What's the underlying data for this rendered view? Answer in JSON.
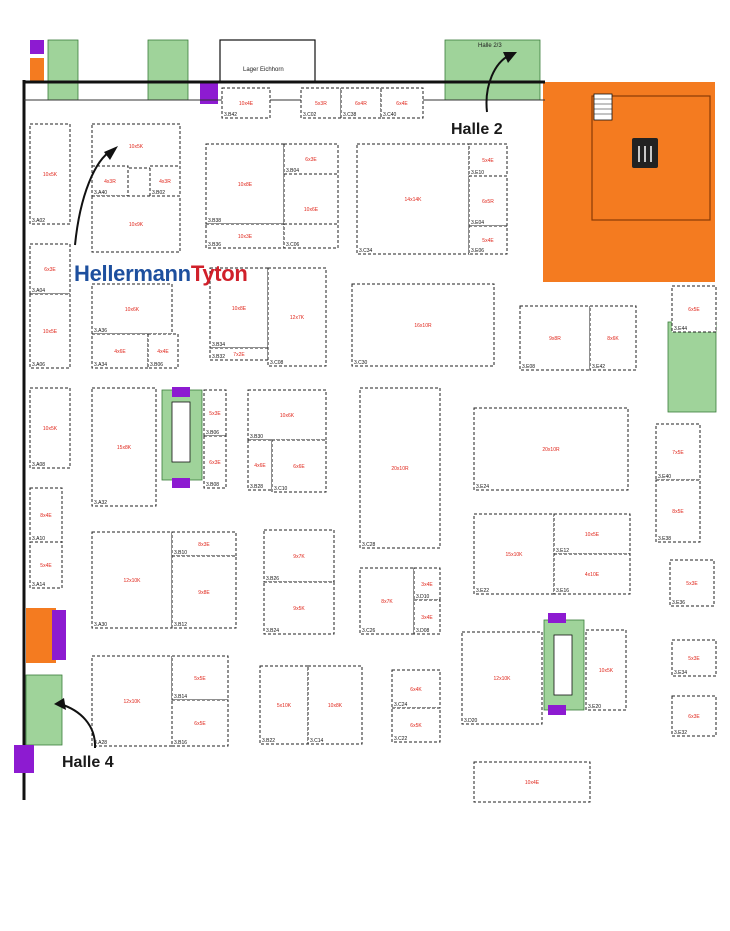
{
  "brand": {
    "part1": "Hellermann",
    "part2": "Tyton"
  },
  "callouts": {
    "halle2": "Halle 2",
    "halle4": "Halle 4",
    "halle23": "Halle 2/3",
    "lager": "Lager Eichhorn"
  },
  "colors": {
    "orange": "#f47b20",
    "green": "#9fd39a",
    "purple": "#8d1bd1",
    "stand_text": "#e0261b"
  },
  "icons": [
    "arrow-icon",
    "emergency-exit-icon",
    "restaurant-icon",
    "elevator-icon"
  ],
  "stands": [
    {
      "size": "10x4E",
      "num": "3.B42"
    },
    {
      "size": "5x3R",
      "num": "3.C02"
    },
    {
      "size": "6x4R",
      "num": "3.C38"
    },
    {
      "size": "6x4E",
      "num": "3.C40"
    },
    {
      "size": "10x5K",
      "num": ""
    },
    {
      "size": "10x5K",
      "num": "3.A02"
    },
    {
      "size": "4x3R",
      "num": "3.A40"
    },
    {
      "size": "4x3R",
      "num": "3.B02"
    },
    {
      "size": "10x9K",
      "num": ""
    },
    {
      "size": "10x8E",
      "num": "3.B38"
    },
    {
      "size": "6x3E",
      "num": "3.B04"
    },
    {
      "size": "10x6E",
      "num": ""
    },
    {
      "size": "10x3E",
      "num": "3.B36"
    },
    {
      "size": "",
      "num": "3.C06"
    },
    {
      "size": "14x14K",
      "num": "3.C34"
    },
    {
      "size": "5x4E",
      "num": "3.E10"
    },
    {
      "size": "6x5R",
      "num": "3.E04"
    },
    {
      "size": "5x4E",
      "num": "3.E06"
    },
    {
      "size": "6x3E",
      "num": "3.A04"
    },
    {
      "size": "10x5E",
      "num": "3.A06"
    },
    {
      "size": "10x6K",
      "num": "3.A36"
    },
    {
      "size": "4x6E",
      "num": "3.A34"
    },
    {
      "size": "4x4E",
      "num": "3.B06"
    },
    {
      "size": "10x8E",
      "num": "3.B34"
    },
    {
      "size": "7x2E",
      "num": "3.B32"
    },
    {
      "size": "12x7K",
      "num": "3.C08"
    },
    {
      "size": "16x10R",
      "num": "3.C30"
    },
    {
      "size": "9x8R",
      "num": "3.E08"
    },
    {
      "size": "8x6K",
      "num": "3.E42"
    },
    {
      "size": "6x5E",
      "num": "3.E44"
    },
    {
      "size": "10x5K",
      "num": "3.A08"
    },
    {
      "size": "15x8K",
      "num": "3.A32"
    },
    {
      "size": "5x3E",
      "num": "3.B06"
    },
    {
      "size": "6x3E",
      "num": "3.B08"
    },
    {
      "size": "10x6K",
      "num": "3.B30"
    },
    {
      "size": "4x6E",
      "num": "3.B28"
    },
    {
      "size": "6x6E",
      "num": "3.C10"
    },
    {
      "size": "20x10R",
      "num": "3.C28"
    },
    {
      "size": "20x10R",
      "num": "3.E24"
    },
    {
      "size": "7x5E",
      "num": "3.E40"
    },
    {
      "size": "8x5E",
      "num": "3.E38"
    },
    {
      "size": "8x4E",
      "num": "3.A10"
    },
    {
      "size": "5x4E",
      "num": "3.A14"
    },
    {
      "size": "12x10K",
      "num": "3.A30"
    },
    {
      "size": "8x3E",
      "num": "3.B10"
    },
    {
      "size": "9x8E",
      "num": "3.B12"
    },
    {
      "size": "9x7K",
      "num": "3.B26"
    },
    {
      "size": "9x5K",
      "num": "3.B24"
    },
    {
      "size": "8x7K",
      "num": "3.C26"
    },
    {
      "size": "3x4E",
      "num": "3.D10"
    },
    {
      "size": "3x4E",
      "num": "3.D08"
    },
    {
      "size": "15x10K",
      "num": "3.E22"
    },
    {
      "size": "10x5E",
      "num": "3.E12"
    },
    {
      "size": "4x10E",
      "num": "3.E16"
    },
    {
      "size": "5x3E",
      "num": "3.E36"
    },
    {
      "size": "12x10K",
      "num": "3.A28"
    },
    {
      "size": "5x5E",
      "num": "3.B14"
    },
    {
      "size": "6x5E",
      "num": "3.B16"
    },
    {
      "size": "5x10K",
      "num": "3.B22"
    },
    {
      "size": "10x8K",
      "num": "3.C14"
    },
    {
      "size": "6x4K",
      "num": "3.C24"
    },
    {
      "size": "6x5K",
      "num": "3.C22"
    },
    {
      "size": "12x10K",
      "num": "3.D20"
    },
    {
      "size": "10x5K",
      "num": "3.E20"
    },
    {
      "size": "5x3E",
      "num": "3.E34"
    },
    {
      "size": "6x3E",
      "num": "3.E32"
    },
    {
      "size": "10x4E",
      "num": ""
    }
  ]
}
